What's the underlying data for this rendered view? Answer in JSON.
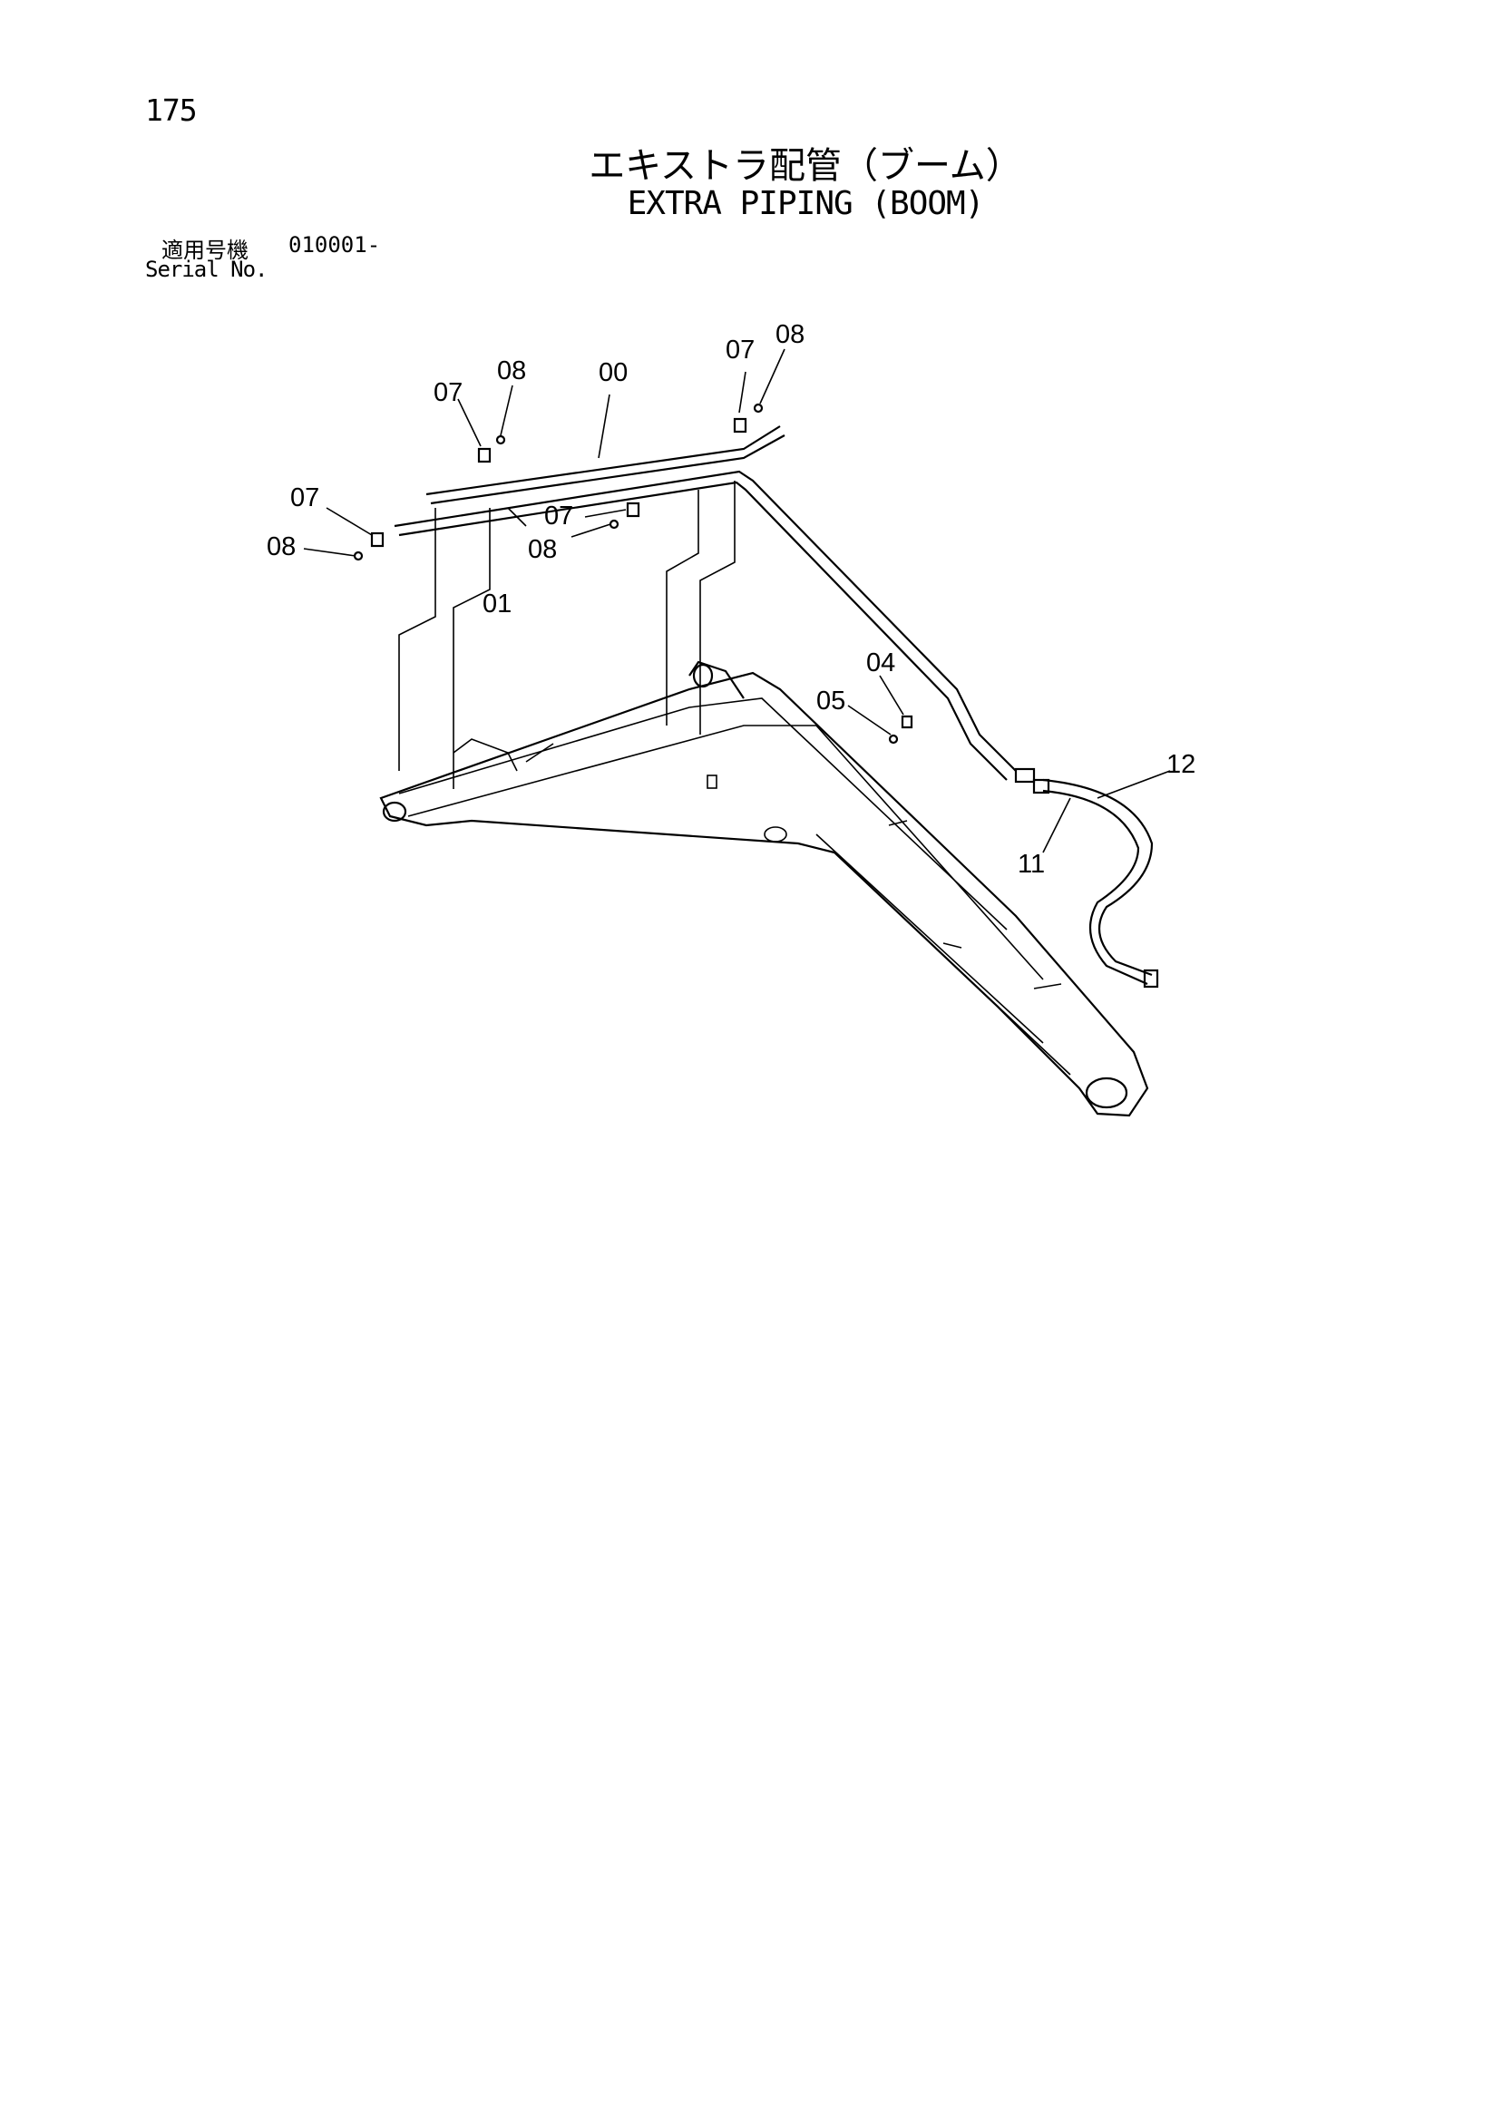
{
  "page_number": "175",
  "title_ja": "エキストラ配管（ブーム）",
  "title_en": "EXTRA PIPING (BOOM)",
  "serial": {
    "label_ja": "適用号機",
    "value": "010001-",
    "label_en": "Serial No."
  },
  "callouts": [
    "00",
    "01",
    "04",
    "05",
    "07",
    "08",
    "11",
    "12"
  ]
}
